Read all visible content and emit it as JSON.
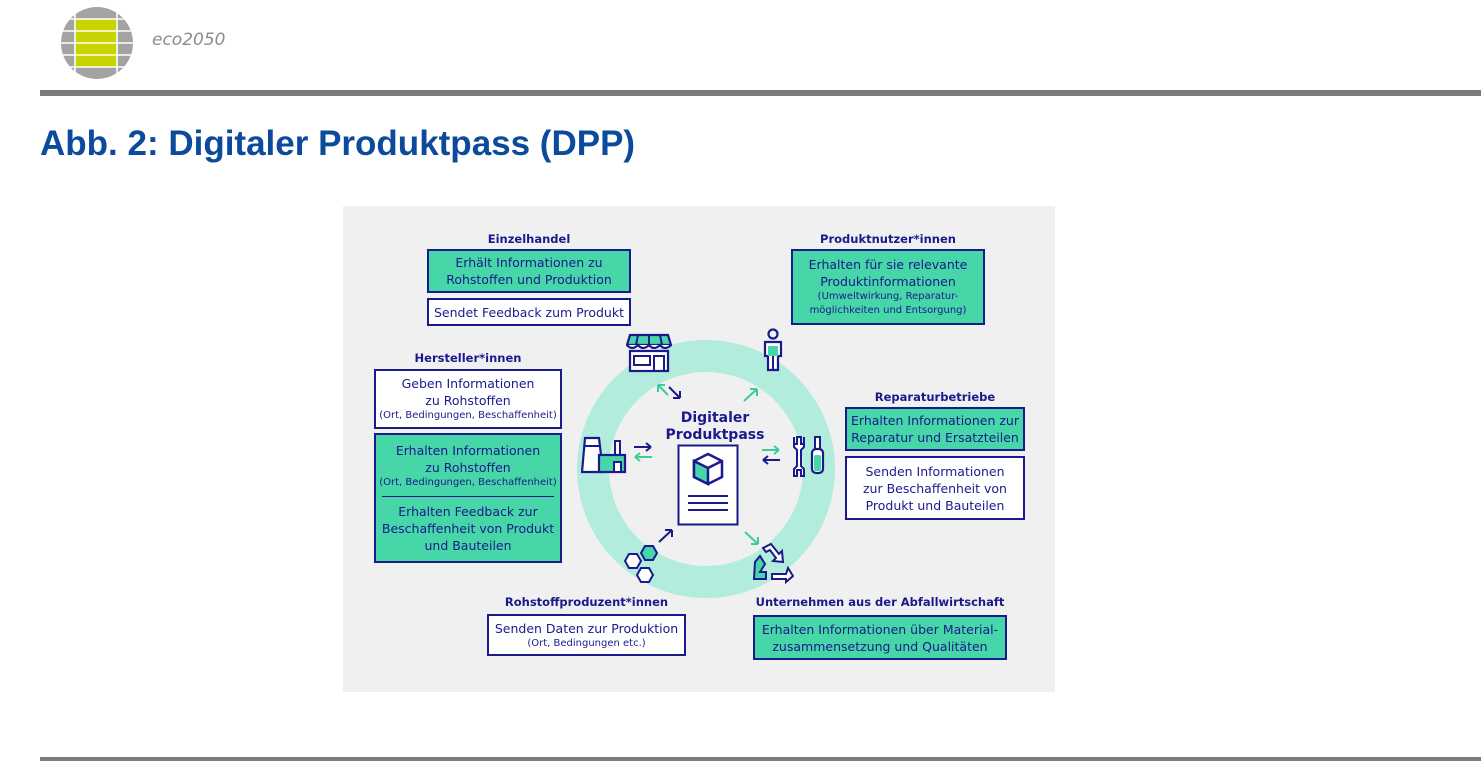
{
  "header": {
    "brand": "eco2050",
    "logo_icon": "globe-grid-logo-icon",
    "colors": {
      "logo_accent": "#c8d400",
      "logo_gray": "#9e9e9e",
      "rule": "#7a7a7a"
    }
  },
  "page": {
    "title": "Abb. 2: Digitaler Produktpass (DPP)",
    "title_color": "#0c4a9c"
  },
  "diagram": {
    "center_label_line1": "Digitaler",
    "center_label_line2": "Produktpass",
    "center_icon": "document-with-cube-icon",
    "colors": {
      "ink": "#1a1a8c",
      "green": "#46d6a8",
      "ring": "#b2ecdc",
      "arrow_green": "#3ccc9c",
      "background": "#f0f0f0"
    },
    "actors": [
      {
        "name": "Einzelhandel",
        "icon": "storefront-icon",
        "boxes": [
          {
            "style": "green",
            "lines": [
              "Erhält Informationen zu",
              "Rohstoffen und Produktion"
            ]
          },
          {
            "style": "white",
            "lines": [
              "Sendet Feedback zum Produkt"
            ]
          }
        ]
      },
      {
        "name": "Produktnutzer*innen",
        "icon": "person-icon",
        "boxes": [
          {
            "style": "green",
            "lines": [
              "Erhalten für sie relevante",
              "Produktinformationen"
            ],
            "small": [
              "(Umweltwirkung, Reparatur-",
              "möglichkeiten und Entsorgung)"
            ]
          }
        ]
      },
      {
        "name": "Hersteller*innen",
        "icon": "factory-icon",
        "boxes": [
          {
            "style": "white",
            "lines": [
              "Geben Informationen",
              "zu Rohstoffen"
            ],
            "small": [
              "(Ort, Bedingungen, Beschaffenheit)"
            ]
          },
          {
            "style": "green",
            "lines": [
              "Erhalten Informationen",
              "zu Rohstoffen"
            ],
            "small": [
              "(Ort, Bedingungen, Beschaffenheit)"
            ],
            "lines2": [
              "Erhalten Feedback zur",
              "Beschaffenheit von Produkt",
              "und Bauteilen"
            ]
          }
        ]
      },
      {
        "name": "Reparaturbetriebe",
        "icon": "wrench-screwdriver-icon",
        "boxes": [
          {
            "style": "green",
            "lines": [
              "Erhalten Informationen zur",
              "Reparatur und Ersatzteilen"
            ]
          },
          {
            "style": "white",
            "lines": [
              "Senden Informationen",
              "zur Beschaffenheit von",
              "Produkt und Bauteilen"
            ]
          }
        ]
      },
      {
        "name": "Rohstoffproduzent*innen",
        "icon": "hexagon-cluster-icon",
        "boxes": [
          {
            "style": "white",
            "lines": [
              "Senden Daten zur Produktion"
            ],
            "small": [
              "(Ort, Bedingungen etc.)"
            ]
          }
        ]
      },
      {
        "name": "Unternehmen aus der Abfallwirtschaft",
        "icon": "recycling-icon",
        "boxes": [
          {
            "style": "green",
            "lines": [
              "Erhalten Informationen über Material-",
              "zusammensetzung und Qualitäten"
            ]
          }
        ]
      }
    ]
  }
}
